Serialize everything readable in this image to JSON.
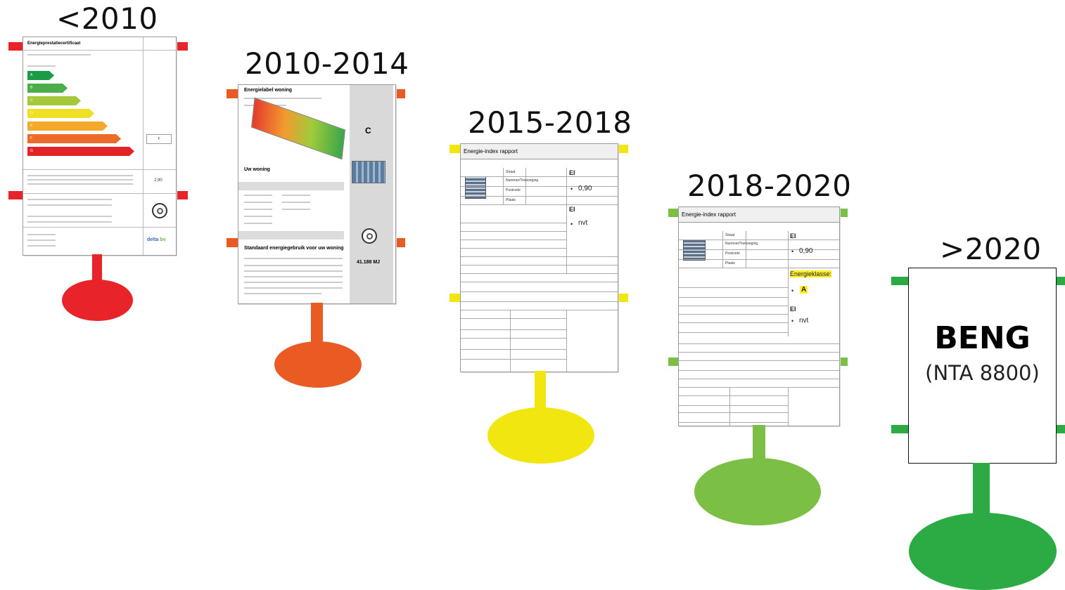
{
  "eras": [
    {
      "label": "<2010",
      "color": "#e8232a",
      "doc": {
        "title": "Energieprestatiecertificaat",
        "mark": "F",
        "value": "2,90",
        "logo_a": "delta",
        "logo_b": "bv",
        "arrows": [
          {
            "letter": "A",
            "color": "#1a9b46"
          },
          {
            "letter": "B",
            "color": "#4bae49"
          },
          {
            "letter": "C",
            "color": "#a4c83a"
          },
          {
            "letter": "D",
            "color": "#f0e025"
          },
          {
            "letter": "E",
            "color": "#f4a92a"
          },
          {
            "letter": "F",
            "color": "#ec6a2a"
          },
          {
            "letter": "G",
            "color": "#e2242a"
          }
        ]
      }
    },
    {
      "label": "2010-2014",
      "color": "#ea5b23",
      "doc": {
        "title": "Energielabel woning",
        "class": "C",
        "section1": "Uw woning",
        "section2": "Standaard energiegebruik voor uw woning",
        "energy": "41.188 MJ"
      }
    },
    {
      "label": "2015-2018",
      "color": "#f2e611",
      "doc": {
        "title": "Energie-index rapport",
        "ei_label": "EI",
        "ei_value": "0,90",
        "nvt": "nvt",
        "rows": [
          "Straat",
          "Nummer/Toevoeging",
          "Postcode",
          "Plaats"
        ]
      }
    },
    {
      "label": "2018-2020",
      "color": "#7cbf45",
      "doc": {
        "title": "Energie-index rapport",
        "ei_label": "EI",
        "ei_value": "0,90",
        "energieklasse": "Energieklasse:",
        "klasse": "A",
        "nvt": "nvt",
        "rows": [
          "Straat",
          "Nummer/Toevoeging",
          "Postcode",
          "Plaats"
        ]
      }
    },
    {
      "label": ">2020",
      "color": "#2caa44",
      "doc": {
        "title": "BENG",
        "subtitle": "(NTA 8800)"
      }
    }
  ]
}
